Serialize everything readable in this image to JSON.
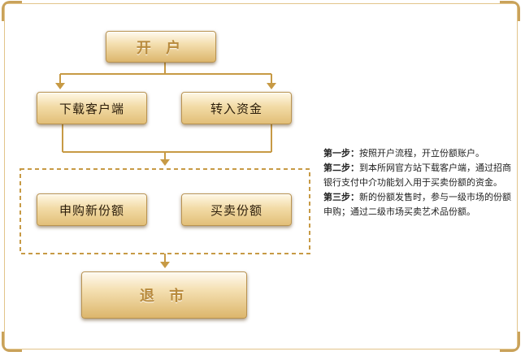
{
  "nodes": {
    "open_account": "开 户",
    "download_client": "下载客户端",
    "transfer_funds": "转入资金",
    "subscribe_new": "申购新份额",
    "buy_sell": "买卖份额",
    "exit": "退 市"
  },
  "steps": [
    {
      "label": "第一步：",
      "text": "按照开户流程，开立份额账户。"
    },
    {
      "label": "第二步：",
      "text": "到本所网官方站下载客户端，通过招商银行支付中介功能划入用于买卖份额的资金。"
    },
    {
      "label": "第三步：",
      "text": "新的份额发售时，参与一级市场的份额申购；通过二级市场买卖艺术品份额。"
    }
  ],
  "colors": {
    "line": "#c79a45",
    "box_border": "#b99350",
    "frame": "#e2c48a"
  }
}
